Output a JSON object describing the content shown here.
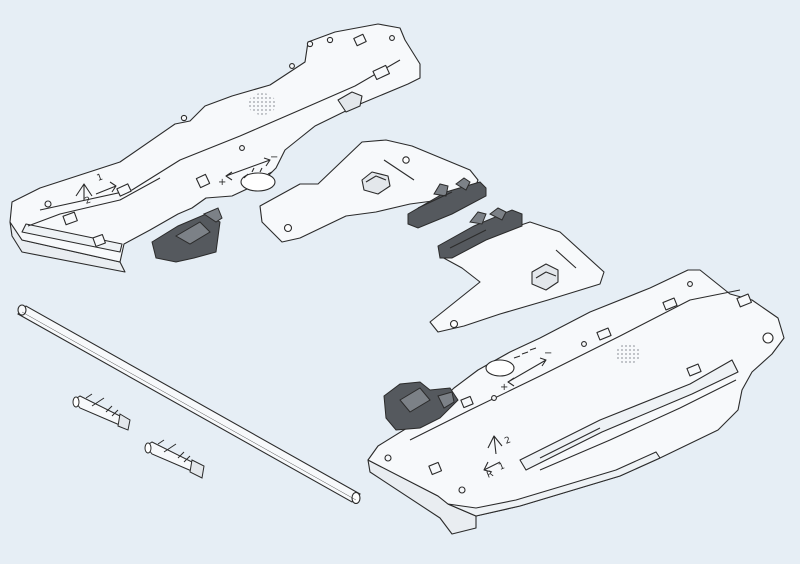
{
  "colors": {
    "background": "#e6eef5",
    "part_fill": "#f7f9fb",
    "outline": "#2b2b2b",
    "dark_part": "#55595e",
    "dark_part_light": "#7c8187",
    "speaker_dots": "#9a9fa5"
  },
  "parts": {
    "left_unit": {
      "arrow_label_1": "1",
      "arrow_label_2": "2",
      "adjust_minus": "−",
      "adjust_plus": "+"
    },
    "right_unit": {
      "arrow_label_1": "1",
      "arrow_label_2": "2",
      "side_letter": "R",
      "adjust_minus": "−",
      "adjust_plus": "+"
    }
  }
}
